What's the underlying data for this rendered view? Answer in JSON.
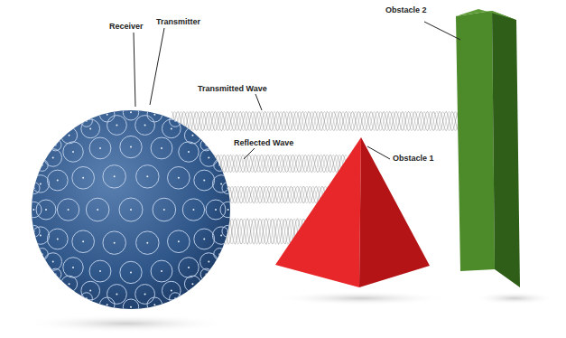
{
  "diagram": {
    "labels": [
      "Obstacle 2",
      "Receiver",
      "Transmitter",
      "Transmitted Wave",
      "Reflected Wave",
      "Obstacle 1"
    ]
  }
}
